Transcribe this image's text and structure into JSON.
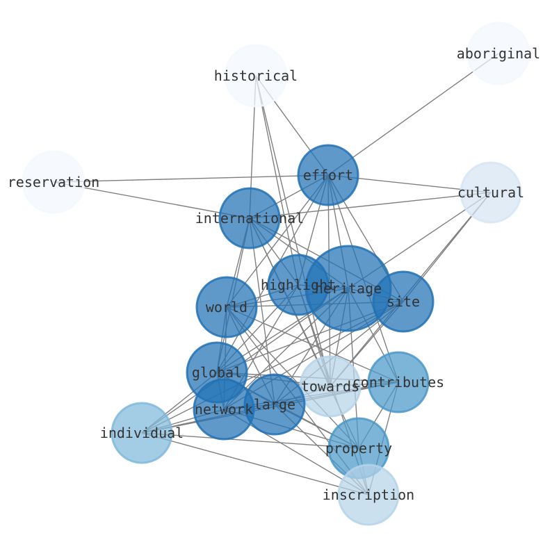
{
  "title": "Word co-occurrence network",
  "colors": {
    "dark": "#2171b5",
    "mid": "#4a98c9",
    "midlight": "#7fb9db",
    "light": "#b5d4e9",
    "pale": "#d6e5f4",
    "faint": "#f2f8fd",
    "edge": "#808080"
  },
  "nodes": [
    {
      "id": "historical",
      "label": "historical",
      "tone": "faint"
    },
    {
      "id": "aboriginal",
      "label": "aboriginal",
      "tone": "faint"
    },
    {
      "id": "reservation",
      "label": "reservation",
      "tone": "faint"
    },
    {
      "id": "effort",
      "label": "effort",
      "tone": "dark"
    },
    {
      "id": "cultural",
      "label": "cultural",
      "tone": "pale"
    },
    {
      "id": "international",
      "label": "international",
      "tone": "dark"
    },
    {
      "id": "highlight",
      "label": "highlight",
      "tone": "dark"
    },
    {
      "id": "heritage",
      "label": "heritage",
      "tone": "dark"
    },
    {
      "id": "site",
      "label": "site",
      "tone": "dark"
    },
    {
      "id": "world",
      "label": "world",
      "tone": "dark"
    },
    {
      "id": "global",
      "label": "global",
      "tone": "dark"
    },
    {
      "id": "towards",
      "label": "towards",
      "tone": "light"
    },
    {
      "id": "contributes",
      "label": "contributes",
      "tone": "mid"
    },
    {
      "id": "network",
      "label": "network",
      "tone": "dark"
    },
    {
      "id": "large",
      "label": "large",
      "tone": "dark"
    },
    {
      "id": "individual",
      "label": "individual",
      "tone": "midlight"
    },
    {
      "id": "property",
      "label": "property",
      "tone": "mid"
    },
    {
      "id": "inscription",
      "label": "inscription",
      "tone": "light"
    }
  ],
  "edges": [
    [
      "aboriginal",
      "effort"
    ],
    [
      "historical",
      "effort"
    ],
    [
      "historical",
      "international"
    ],
    [
      "historical",
      "highlight"
    ],
    [
      "historical",
      "towards"
    ],
    [
      "reservation",
      "effort"
    ],
    [
      "reservation",
      "international"
    ],
    [
      "cultural",
      "effort"
    ],
    [
      "cultural",
      "international"
    ],
    [
      "cultural",
      "heritage"
    ],
    [
      "cultural",
      "site"
    ],
    [
      "cultural",
      "towards"
    ],
    [
      "effort",
      "international"
    ],
    [
      "effort",
      "highlight"
    ],
    [
      "effort",
      "heritage"
    ],
    [
      "effort",
      "site"
    ],
    [
      "effort",
      "world"
    ],
    [
      "effort",
      "towards"
    ],
    [
      "effort",
      "contributes"
    ],
    [
      "effort",
      "global"
    ],
    [
      "international",
      "world"
    ],
    [
      "international",
      "global"
    ],
    [
      "international",
      "heritage"
    ],
    [
      "international",
      "site"
    ],
    [
      "international",
      "highlight"
    ],
    [
      "international",
      "towards"
    ],
    [
      "international",
      "large"
    ],
    [
      "international",
      "property"
    ],
    [
      "highlight",
      "world"
    ],
    [
      "highlight",
      "heritage"
    ],
    [
      "highlight",
      "global"
    ],
    [
      "highlight",
      "network"
    ],
    [
      "highlight",
      "towards"
    ],
    [
      "highlight",
      "inscription"
    ],
    [
      "heritage",
      "world"
    ],
    [
      "heritage",
      "site"
    ],
    [
      "heritage",
      "global"
    ],
    [
      "heritage",
      "network"
    ],
    [
      "heritage",
      "towards"
    ],
    [
      "heritage",
      "contributes"
    ],
    [
      "heritage",
      "large"
    ],
    [
      "heritage",
      "property"
    ],
    [
      "heritage",
      "individual"
    ],
    [
      "site",
      "world"
    ],
    [
      "site",
      "global"
    ],
    [
      "site",
      "network"
    ],
    [
      "site",
      "large"
    ],
    [
      "site",
      "towards"
    ],
    [
      "site",
      "individual"
    ],
    [
      "world",
      "global"
    ],
    [
      "world",
      "network"
    ],
    [
      "world",
      "large"
    ],
    [
      "world",
      "property"
    ],
    [
      "world",
      "contributes"
    ],
    [
      "world",
      "inscription"
    ],
    [
      "global",
      "towards"
    ],
    [
      "global",
      "contributes"
    ],
    [
      "global",
      "network"
    ],
    [
      "global",
      "large"
    ],
    [
      "global",
      "individual"
    ],
    [
      "global",
      "property"
    ],
    [
      "network",
      "large"
    ],
    [
      "network",
      "contributes"
    ],
    [
      "network",
      "property"
    ],
    [
      "network",
      "individual"
    ],
    [
      "network",
      "inscription"
    ],
    [
      "large",
      "property"
    ],
    [
      "large",
      "contributes"
    ],
    [
      "large",
      "individual"
    ],
    [
      "large",
      "inscription"
    ],
    [
      "large",
      "towards"
    ],
    [
      "towards",
      "contributes"
    ],
    [
      "contributes",
      "property"
    ],
    [
      "contributes",
      "inscription"
    ],
    [
      "contributes",
      "individual"
    ],
    [
      "property",
      "individual"
    ],
    [
      "property",
      "inscription"
    ],
    [
      "individual",
      "inscription"
    ]
  ]
}
